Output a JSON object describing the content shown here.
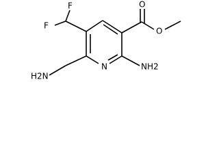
{
  "structure": {
    "atom_labels": {
      "fluorine_top": "F",
      "fluorine_left": "F",
      "carbonyl_oxygen": "O",
      "ester_oxygen": "O",
      "ring_nitrogen": "N",
      "aminomethyl_group": "H2N",
      "amino_group": "NH2"
    }
  }
}
